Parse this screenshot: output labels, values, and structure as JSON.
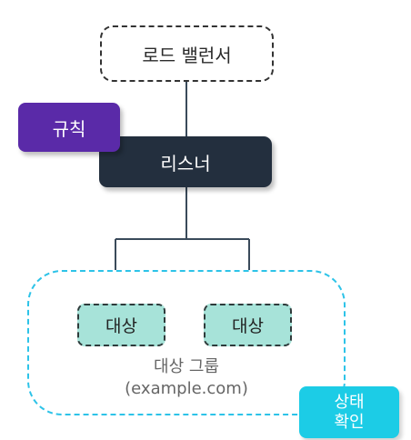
{
  "nodes": {
    "load_balancer": "로드 밸런서",
    "rules": "규칙",
    "listener": "리스너",
    "target_1": "대상",
    "target_2": "대상",
    "target_group": {
      "title": "대상 그룹",
      "subtitle": "(example.com)"
    },
    "health_check": {
      "line1": "상태",
      "line2": "확인"
    }
  },
  "colors": {
    "rules_fill": "#5a2aa8",
    "listener_fill": "#232f3e",
    "target_fill": "#a7e3d9",
    "target_group_border": "#2dc3e8",
    "health_check_fill": "#1ccce6",
    "connector": "#3a4a5a"
  }
}
